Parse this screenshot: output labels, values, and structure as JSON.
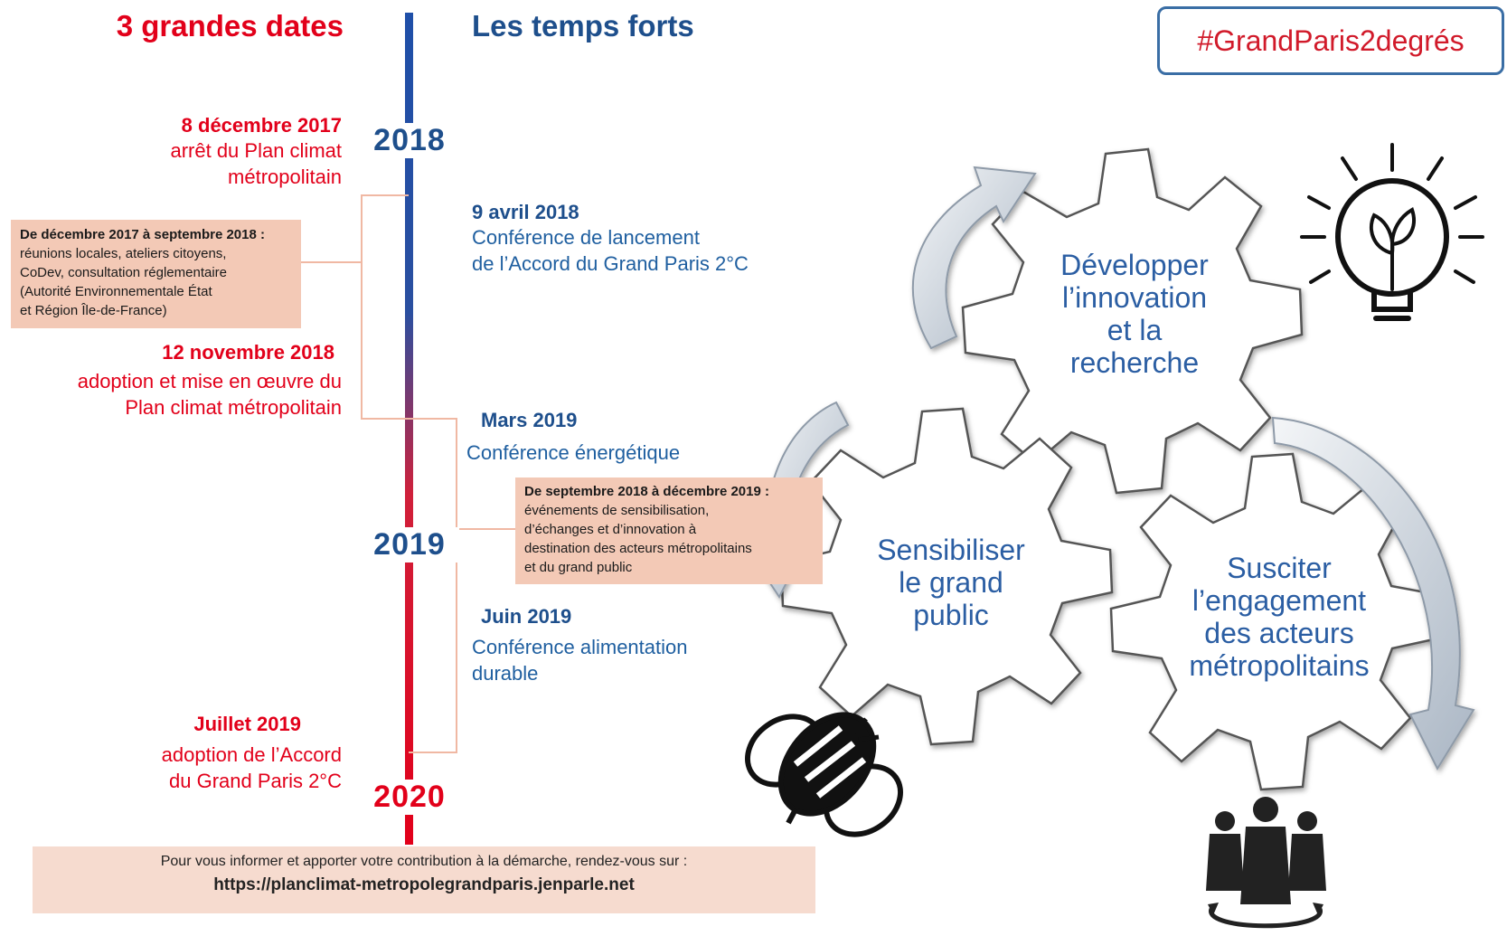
{
  "header": {
    "left_title": "3 grandes dates",
    "right_title": "Les temps forts",
    "hashtag": "#GrandParis2degrés"
  },
  "years": [
    "2018",
    "2019",
    "2020"
  ],
  "key_dates": [
    {
      "date": "8 décembre 2017",
      "lines": [
        "arrêt du Plan climat",
        "métropolitain"
      ]
    },
    {
      "date": "12 novembre 2018",
      "lines": [
        "adoption et mise en œuvre du",
        "Plan climat métropolitain"
      ]
    },
    {
      "date": "Juillet 2019",
      "lines": [
        "adoption de l’Accord",
        "du Grand Paris 2°C"
      ]
    }
  ],
  "events": [
    {
      "date": "9 avril 2018",
      "lines": [
        "Conférence de lancement",
        "de l’Accord du Grand Paris 2°C"
      ]
    },
    {
      "date": "Mars 2019",
      "lines": [
        "Conférence énergétique"
      ]
    },
    {
      "date": "Juin 2019",
      "lines": [
        "Conférence alimentation",
        "durable"
      ]
    }
  ],
  "boxes": {
    "left": {
      "heading": "De décembre 2017 à septembre 2018 :",
      "lines": [
        "réunions locales, ateliers citoyens,",
        "CoDev, consultation réglementaire",
        "(Autorité Environnementale État",
        "et Région Île-de-France)"
      ]
    },
    "middle": {
      "heading": "De septembre 2018 à décembre 2019 :",
      "lines": [
        "événements de sensibilisation,",
        "d’échanges et d’innovation à",
        "destination des acteurs métropolitains",
        "et du grand public"
      ]
    }
  },
  "gears": {
    "top": [
      "Développer",
      "l’innovation",
      "et la",
      "recherche"
    ],
    "left": [
      "Sensibiliser",
      "le grand",
      "public"
    ],
    "right": [
      "Susciter",
      "l’engagement",
      "des acteurs",
      "métropolitains"
    ]
  },
  "icons": [
    "lightbulb-icon",
    "bee-icon",
    "people-group-icon",
    "curved-arrow-icon"
  ],
  "footer": {
    "text": "Pour vous informer et apporter votre contribution à la démarche, rendez-vous sur :",
    "url": "https://planclimat-metropolegrandparis.jenparle.net"
  },
  "colors": {
    "red": "#e2001a",
    "blue": "#1f5fa0",
    "box": "#f3c9b6",
    "gear_text": "#2b5ea3"
  }
}
